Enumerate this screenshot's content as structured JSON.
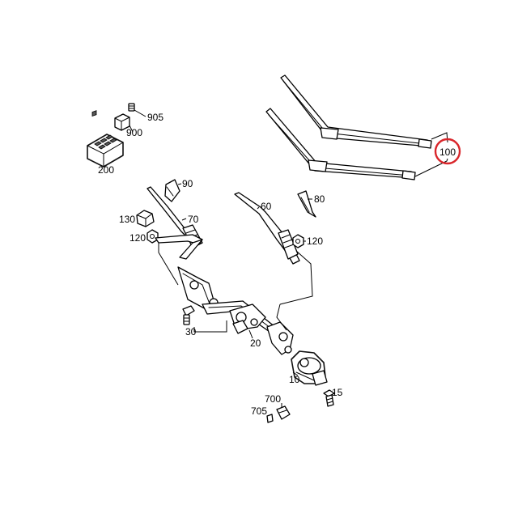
{
  "diagram": {
    "highlight_color": "#d9262b",
    "highlighted_part": "100",
    "parts": {
      "p905": "905",
      "p900": "900",
      "p200": "200",
      "p100": "100",
      "p90": "90",
      "p80": "80",
      "p60": "60",
      "p130": "130",
      "p70": "70",
      "p120a": "120",
      "p120b": "120",
      "p30": "30",
      "p20": "20",
      "p10": "10",
      "p15": "15",
      "p700": "700",
      "p705": "705"
    }
  }
}
